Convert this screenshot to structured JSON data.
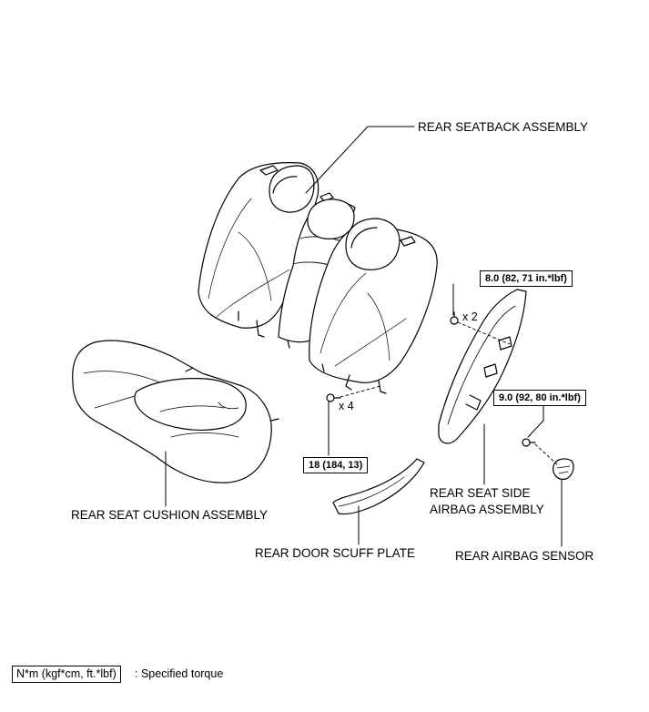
{
  "labels": {
    "rear_seatback": "REAR SEATBACK ASSEMBLY",
    "rear_seat_cushion": "REAR SEAT CUSHION ASSEMBLY",
    "rear_door_scuff": "REAR DOOR SCUFF PLATE",
    "rear_seat_side_airbag_line1": "REAR SEAT SIDE",
    "rear_seat_side_airbag_line2": "AIRBAG ASSEMBLY",
    "rear_airbag_sensor": "REAR AIRBAG SENSOR"
  },
  "torque": {
    "airbag_bolt": "8.0 (82, 71 in.*lbf)",
    "seatback_bolt": "18 (184, 13)",
    "sensor_bolt": "9.0 (92, 80 in.*lbf)"
  },
  "quantities": {
    "airbag_bolts": "x 2",
    "seatback_bolts": "x 4"
  },
  "legend": {
    "unit": "N*m (kgf*cm, ft.*lbf)",
    "description": ": Specified torque"
  }
}
